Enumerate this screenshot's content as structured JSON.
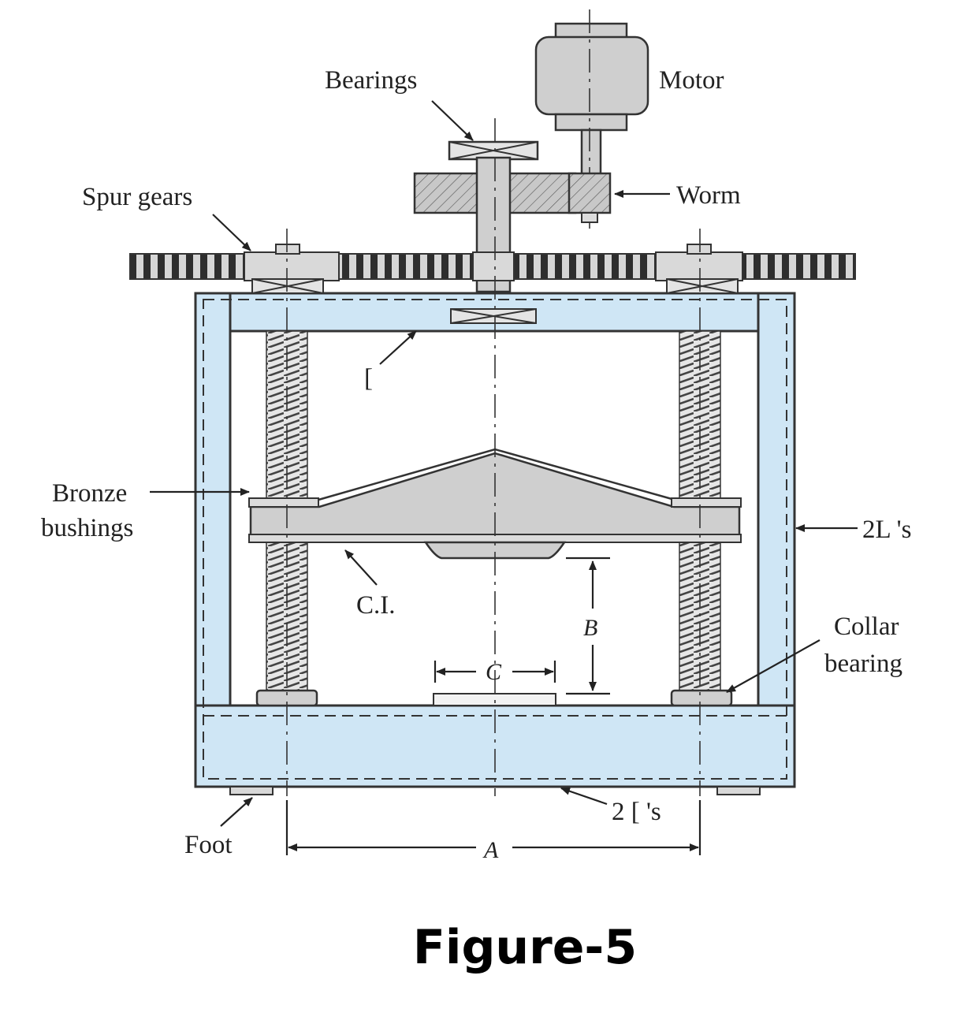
{
  "labels": {
    "bearings": "Bearings",
    "motor": "Motor",
    "spur_gears": "Spur gears",
    "worm": "Worm",
    "bracket": "[",
    "bronze_line1": "Bronze",
    "bronze_line2": "bushings",
    "two_angles": "2L 's",
    "ci": "C.I.",
    "dim_b": "B",
    "dim_c": "C",
    "collar_line1": "Collar",
    "collar_line2": "bearing",
    "foot": "Foot",
    "two_channels": "2 [ 's",
    "dim_a": "A"
  },
  "caption": "Figure-5",
  "colors": {
    "frame_fill": "#cfe6f5",
    "metal_fill": "#cfcfcf",
    "line": "#333333"
  }
}
